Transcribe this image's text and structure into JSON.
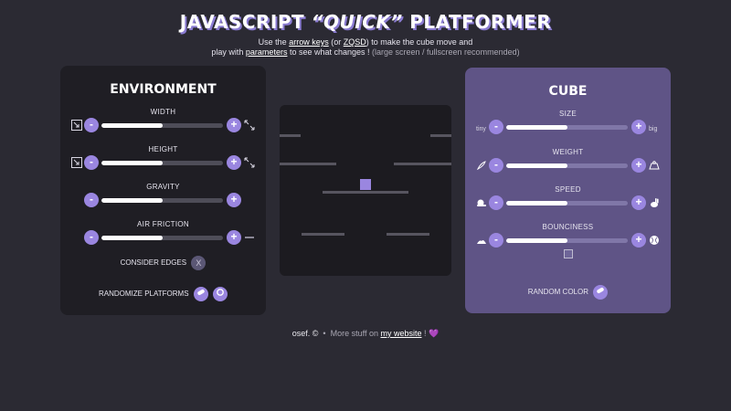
{
  "header": {
    "title_pre": "JAVASCRIPT ",
    "title_em": "“QUICK”",
    "title_post": " PLATFORMER",
    "line1_a": "Use the ",
    "line1_link1": "arrow keys",
    "line1_b": " (or ",
    "line1_link2": "ZQSD",
    "line1_c": ") to make the cube move and",
    "line2_a": "play with ",
    "line2_link": "parameters",
    "line2_b": " to see what changes ! ",
    "line2_muted": "(large screen / fullscreen recommended)"
  },
  "environment": {
    "title": "ENVIRONMENT",
    "params": [
      {
        "label": "WIDTH",
        "value": 0.5,
        "left_icon": "shrink-icon",
        "right_icon": "expand-icon"
      },
      {
        "label": "HEIGHT",
        "value": 0.5,
        "left_icon": "shrink-icon",
        "right_icon": "expand-icon"
      },
      {
        "label": "GRAVITY",
        "value": 0.5
      },
      {
        "label": "AIR FRICTION",
        "value": 0.5,
        "right_icon": "wind-icon"
      }
    ],
    "consider_edges_label": "CONSIDER EDGES",
    "consider_edges_icon": "X",
    "randomize_label": "RANDOMIZE PLATFORMS"
  },
  "cube": {
    "title": "CUBE",
    "params": [
      {
        "label": "SIZE",
        "value": 0.5,
        "left_icon_text": "tiny",
        "right_icon_text": "big"
      },
      {
        "label": "WEIGHT",
        "value": 0.5,
        "left_icon": "feather-icon",
        "right_icon": "weight-icon"
      },
      {
        "label": "SPEED",
        "value": 0.5,
        "left_icon": "snail-icon",
        "right_icon": "rabbit-icon"
      },
      {
        "label": "BOUNCINESS",
        "value": 0.5,
        "left_icon": "sand-icon",
        "right_icon": "ball-icon"
      }
    ],
    "random_color_label": "RANDOM COLOR"
  },
  "controls": {
    "minus": "-",
    "plus": "+"
  },
  "footer": {
    "owner": "osef. ©",
    "sep": "•",
    "text": "More stuff on ",
    "link": "my website",
    "bang": " !",
    "heart": "💜"
  },
  "colors": {
    "accent": "#9a86e0",
    "background": "#2b2a33",
    "env_panel": "#1f1e24",
    "cube_panel": "#5f5486",
    "player": "#9a86e0"
  }
}
